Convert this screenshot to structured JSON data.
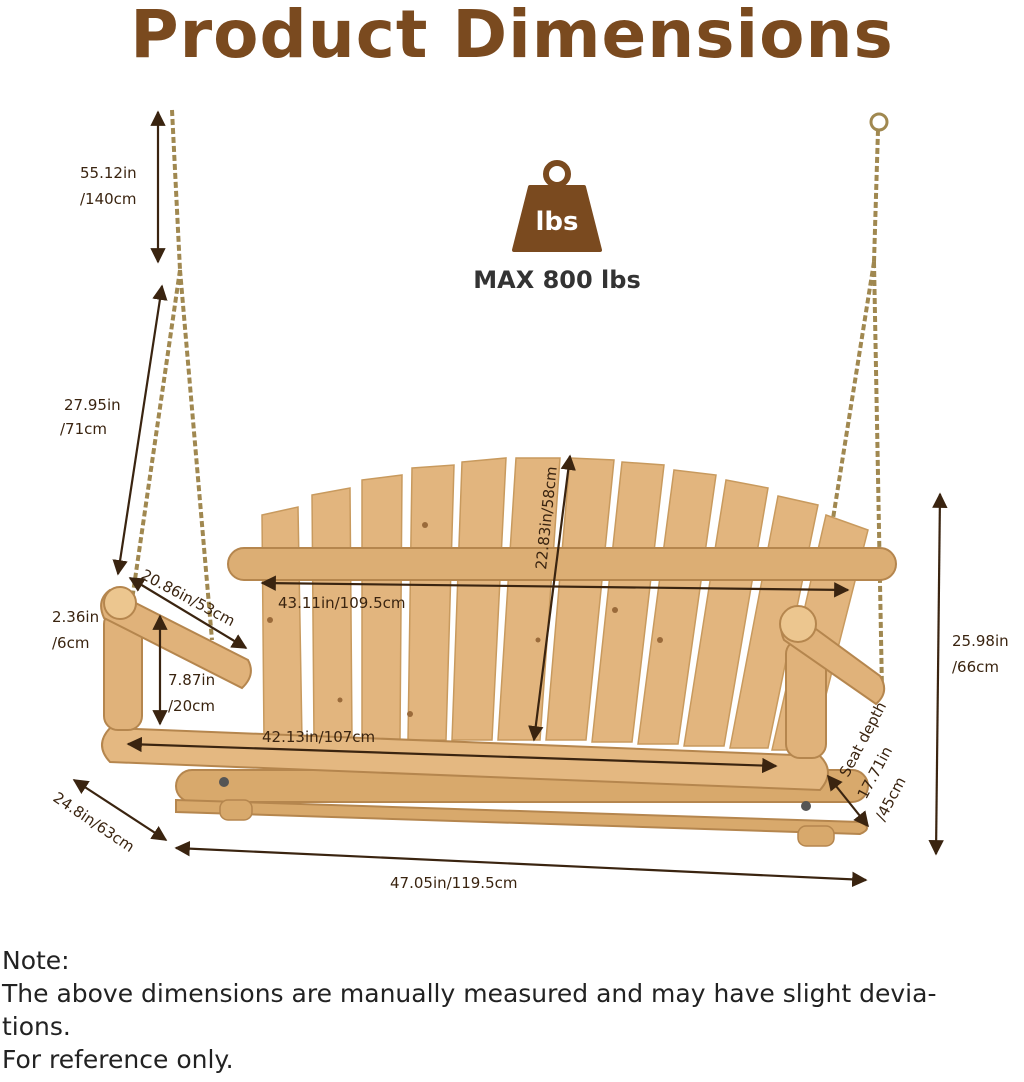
{
  "title": "Product Dimensions",
  "weight": {
    "icon_text": "lbs",
    "label": "MAX 800 lbs"
  },
  "dimensions": {
    "chain_length_in": "55.12in",
    "chain_length_cm": "/140cm",
    "side_chain_in": "27.95in",
    "side_chain_cm": "/71cm",
    "armrest_length": "20.86in/53cm",
    "armrest_thickness_in": "2.36in",
    "armrest_thickness_cm": "/6cm",
    "armrest_height_in": "7.87in",
    "armrest_height_cm": "/20cm",
    "backrest_height": "22.83in/58cm",
    "backrest_width": "43.11in/109.5cm",
    "seat_width": "42.13in/107cm",
    "total_height_in": "25.98in",
    "total_height_cm": "/66cm",
    "seat_depth_label": "Seat depth",
    "seat_depth_in": "17.71in",
    "seat_depth_cm": "/45cm",
    "overall_depth": "24.8in/63cm",
    "overall_width": "47.05in/119.5cm"
  },
  "colors": {
    "title": "#7a4a1f",
    "dimension_arrow": "#3a2410",
    "wood": "#e2b57e",
    "weight_icon": "#7a4a1f"
  },
  "note": {
    "heading": "Note:",
    "line1": "The above dimensions are manually measured and may have slight devia-",
    "line2": "tions.",
    "line3": "For reference only."
  }
}
